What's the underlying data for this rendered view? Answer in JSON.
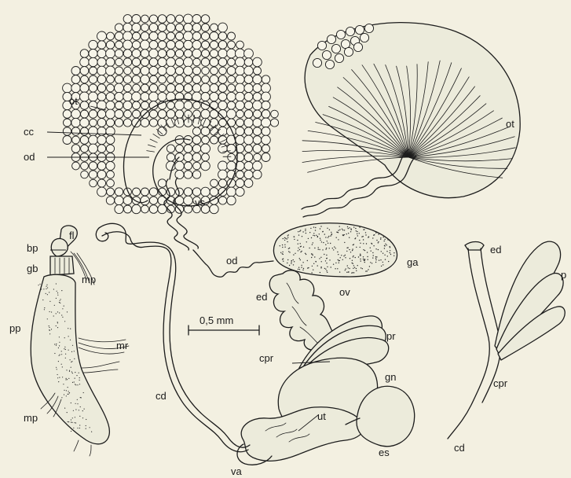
{
  "figure": {
    "labels": {
      "ot_left": "ot",
      "cc": "cc",
      "od_top": "od",
      "vs": "vs",
      "ot_right": "ot",
      "fl": "fl",
      "bp": "bp",
      "gb": "gb",
      "mp_top": "mp",
      "pp": "pp",
      "mr": "mr",
      "mp_bottom": "mp",
      "od_mid": "od",
      "ga": "ga",
      "ed_mid": "ed",
      "ov": "ov",
      "pr": "pr",
      "cpr_mid": "cpr",
      "gn": "gn",
      "cd_mid": "cd",
      "ut": "ut",
      "es": "es",
      "va": "va",
      "ed_right": "ed",
      "p_right": "p",
      "cpr_right": "cpr",
      "cd_right": "cd"
    },
    "scale_bar": "0,5 mm"
  }
}
